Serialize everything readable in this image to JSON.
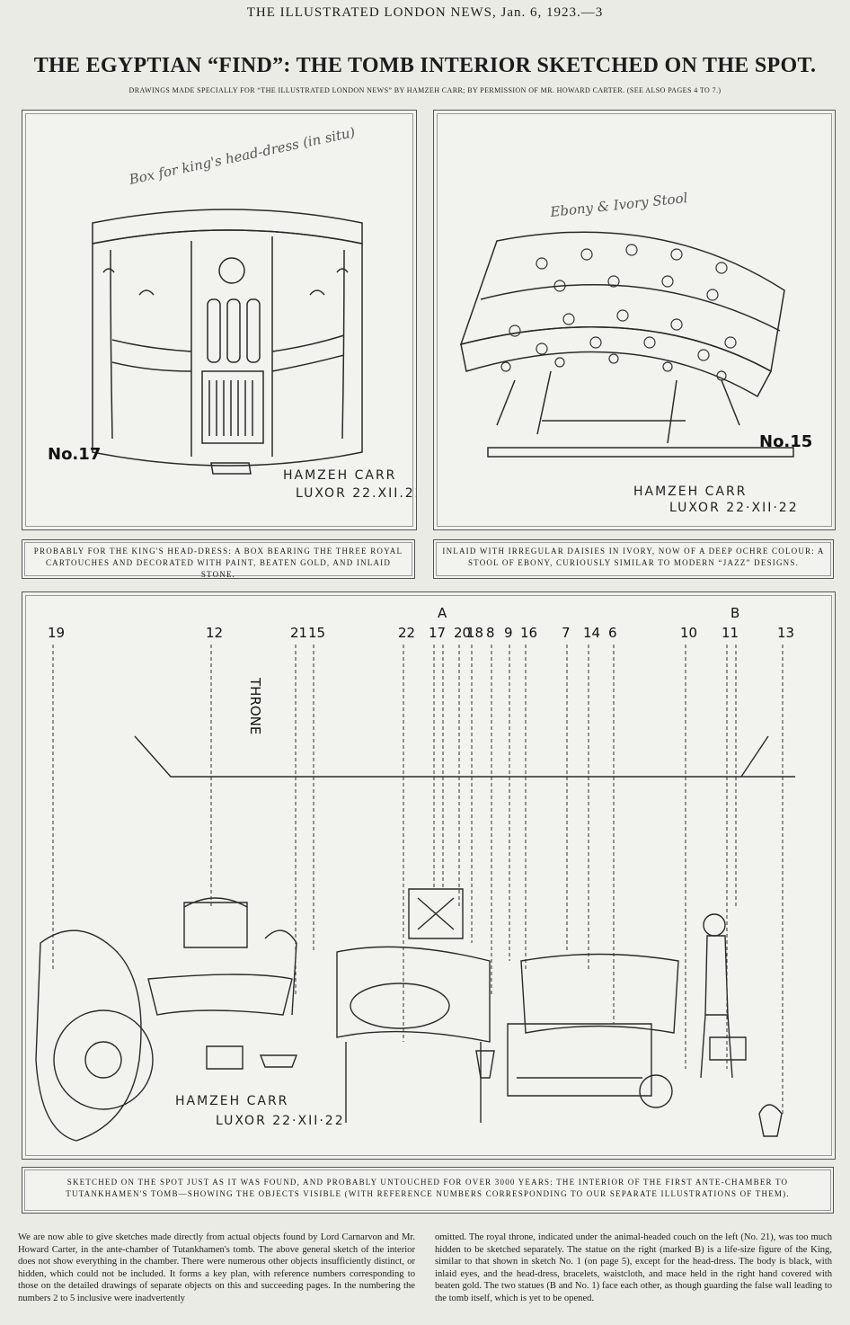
{
  "masthead": "THE ILLUSTRATED LONDON NEWS, Jan. 6, 1923.—3",
  "headline": "THE EGYPTIAN “FIND”: THE TOMB INTERIOR SKETCHED ON THE SPOT.",
  "credit": "DRAWINGS MADE SPECIALLY FOR “THE ILLUSTRATED LONDON NEWS” BY HAMZEH CARR; BY PERMISSION OF MR. HOWARD CARTER. (SEE ALSO PAGES 4 TO 7.)",
  "panel_left": {
    "label": "No.17",
    "note": "Box for king's head-dress (in situ)",
    "signature_name": "HAMZEH CARR",
    "signature_place": "LUXOR 22.XII.22",
    "caption": "Probably for the King's head-dress: a box bearing the three royal cartouches and decorated with paint, beaten gold, and inlaid stone."
  },
  "panel_right": {
    "label": "No.15",
    "note": "Ebony & Ivory Stool",
    "signature_name": "HAMZEH CARR",
    "signature_place": "LUXOR 22·XII·22",
    "caption": "Inlaid with irregular daisies in ivory, now of a deep ochre colour: a stool of ebony, curiously similar to modern “jazz” designs."
  },
  "interior": {
    "throne_label": "THRONE",
    "signature_name": "HAMZEH CARR",
    "signature_place": "LUXOR 22·XII·22",
    "ref_numbers": [
      "19",
      "12",
      "21",
      "15",
      "22",
      "17",
      "A",
      "20",
      "18",
      "8",
      "9",
      "16",
      "7",
      "14",
      "6",
      "10",
      "B",
      "11",
      "13"
    ],
    "caption": "Sketched on the spot just as it was found, and probably untouched for over 3000 years: the interior of the first ante-chamber to Tutankhamen's tomb—showing the objects visible (with reference numbers corresponding to our separate illustrations of them)."
  },
  "body": {
    "col1": "We are now able to give sketches made directly from actual objects found by Lord Carnarvon and Mr. Howard Carter, in the ante-chamber of Tutankhamen's tomb. The above general sketch of the interior does not show everything in the chamber. There were numerous other objects insufficiently distinct, or hidden, which could not be included. It forms a key plan, with reference numbers corresponding to those on the detailed drawings of separate objects on this and succeeding pages. In the numbering the numbers 2 to 5 inclusive were inadvertently",
    "col2": "omitted. The royal throne, indicated under the animal-headed couch on the left (No. 21), was too much hidden to be sketched separately. The statue on the right (marked B) is a life-size figure of the King, similar to that shown in sketch No. 1 (on page 5), except for the head-dress. The body is black, with inlaid eyes, and the head-dress, bracelets, waistcloth, and mace held in the right hand covered with beaten gold. The two statues (B and No. 1) face each other, as though guarding the false wall leading to the tomb itself, which is yet to be opened."
  }
}
